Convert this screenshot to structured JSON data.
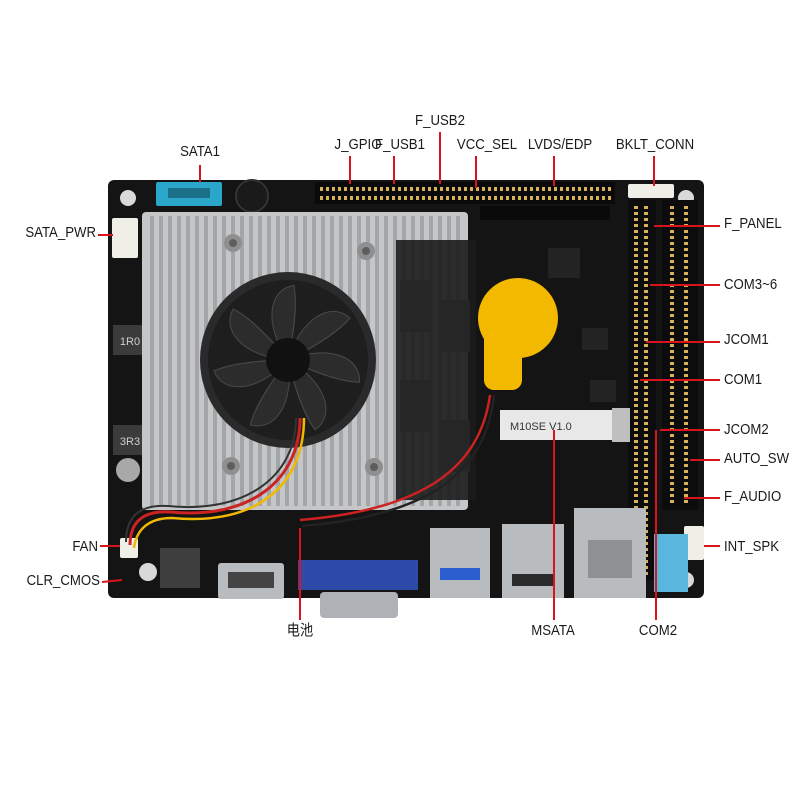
{
  "colors": {
    "label_text": "#1a1a1a",
    "callout_line": "#d8141c",
    "pcb": "#141414",
    "heatsink": "#c4c6c8",
    "fan": "#1e1e1e",
    "battery": "#f3b800",
    "sata_port": "#29a6c9",
    "vga_port": "#2d4aa8",
    "audio_jack": "#5bb6dd",
    "metal_port": "#b9bcbf"
  },
  "board": {
    "sticker_text": "M10SE V1.0",
    "silk_labels": [
      "1R0",
      "3R3"
    ]
  },
  "callouts": {
    "sata1": "SATA1",
    "j_gpio": "J_GPIO",
    "f_usb1": "F_USB1",
    "f_usb2": "F_USB2",
    "vcc_sel": "VCC_SEL",
    "lvds_edp": "LVDS/EDP",
    "bklt_conn": "BKLT_CONN",
    "sata_pwr": "SATA_PWR",
    "f_panel": "F_PANEL",
    "com3_6": "COM3~6",
    "jcom1": "JCOM1",
    "com1": "COM1",
    "jcom2": "JCOM2",
    "auto_sw": "AUTO_SW",
    "f_audio": "F_AUDIO",
    "int_spk": "INT_SPK",
    "fan": "FAN",
    "clr_cmos": "CLR_CMOS",
    "battery": "电池",
    "msata": "MSATA",
    "com2": "COM2"
  }
}
